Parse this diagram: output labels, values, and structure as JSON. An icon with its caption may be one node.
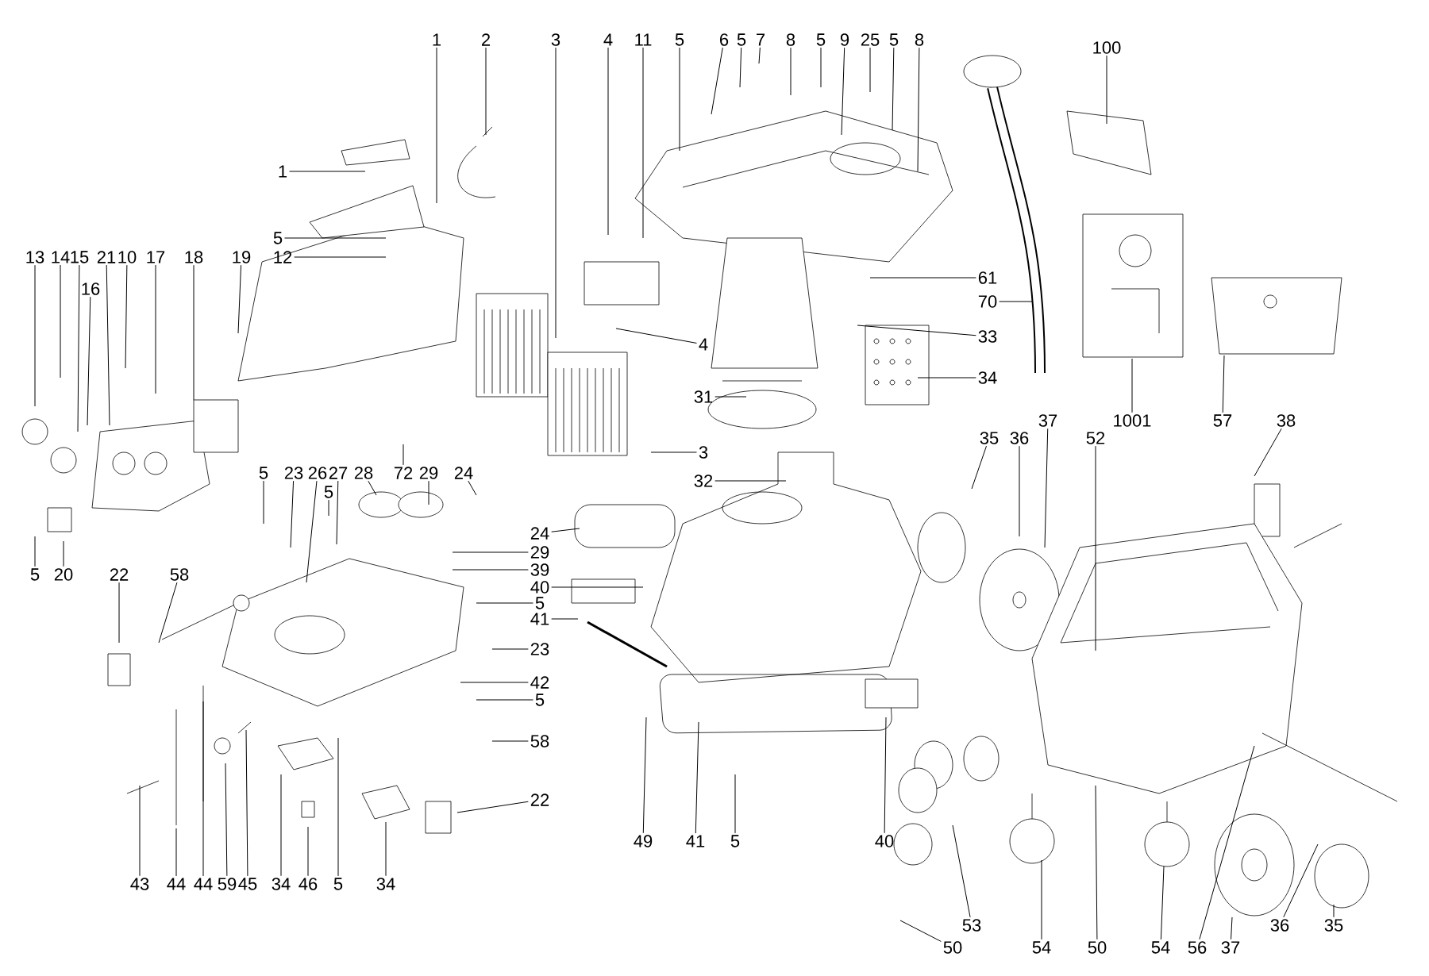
{
  "diagram": {
    "nodes": [
      {
        "text": [
          "1"
        ]
      },
      {
        "text": [
          "2"
        ]
      },
      {
        "text": [
          "3"
        ]
      },
      {
        "text": [
          "4"
        ]
      },
      {
        "text": [
          "11"
        ]
      },
      {
        "text": [
          "5"
        ]
      },
      {
        "text": [
          "6"
        ]
      },
      {
        "text": [
          "5"
        ]
      },
      {
        "text": [
          "7"
        ]
      },
      {
        "text": [
          "8"
        ]
      },
      {
        "text": [
          "5"
        ]
      },
      {
        "text": [
          "9"
        ]
      },
      {
        "text": [
          "25"
        ]
      },
      {
        "text": [
          "5"
        ]
      },
      {
        "text": [
          "8"
        ]
      },
      {
        "text": [
          "100"
        ]
      },
      {
        "text": [
          "1"
        ]
      },
      {
        "text": [
          "5"
        ]
      },
      {
        "text": [
          "12"
        ]
      },
      {
        "text": [
          "13"
        ]
      },
      {
        "text": [
          "14"
        ]
      },
      {
        "text": [
          "15"
        ]
      },
      {
        "text": [
          "21"
        ]
      },
      {
        "text": [
          "16"
        ]
      },
      {
        "text": [
          "10"
        ]
      },
      {
        "text": [
          "17"
        ]
      },
      {
        "text": [
          "18"
        ]
      },
      {
        "text": [
          "19"
        ]
      },
      {
        "text": [
          "61"
        ]
      },
      {
        "text": [
          "70"
        ]
      },
      {
        "text": [
          "33"
        ]
      },
      {
        "text": [
          "34"
        ]
      },
      {
        "text": [
          "1001"
        ]
      },
      {
        "text": [
          "57"
        ]
      },
      {
        "text": [
          "38"
        ]
      },
      {
        "text": [
          "31"
        ]
      },
      {
        "text": [
          "3"
        ]
      },
      {
        "text": [
          "32"
        ]
      },
      {
        "text": [
          "37"
        ]
      },
      {
        "text": [
          "35"
        ]
      },
      {
        "text": [
          "36"
        ]
      },
      {
        "text": [
          "52"
        ]
      },
      {
        "text": [
          "4"
        ]
      },
      {
        "text": [
          "5"
        ]
      },
      {
        "text": [
          "23"
        ]
      },
      {
        "text": [
          "26"
        ]
      },
      {
        "text": [
          "27"
        ]
      },
      {
        "text": [
          "5"
        ]
      },
      {
        "text": [
          "28"
        ]
      },
      {
        "text": [
          "72"
        ]
      },
      {
        "text": [
          "29"
        ]
      },
      {
        "text": [
          "24"
        ]
      },
      {
        "text": [
          "5"
        ]
      },
      {
        "text": [
          "20"
        ]
      },
      {
        "text": [
          "22"
        ]
      },
      {
        "text": [
          "58"
        ]
      },
      {
        "text": [
          "24"
        ]
      },
      {
        "text": [
          "29"
        ]
      },
      {
        "text": [
          "39"
        ]
      },
      {
        "text": [
          "40"
        ]
      },
      {
        "text": [
          "5"
        ]
      },
      {
        "text": [
          "41"
        ]
      },
      {
        "text": [
          "23"
        ]
      },
      {
        "text": [
          "42"
        ]
      },
      {
        "text": [
          "5"
        ]
      },
      {
        "text": [
          "58"
        ]
      },
      {
        "text": [
          "22"
        ]
      },
      {
        "text": [
          "43"
        ]
      },
      {
        "text": [
          "44"
        ]
      },
      {
        "text": [
          "44"
        ]
      },
      {
        "text": [
          "59"
        ]
      },
      {
        "text": [
          "45"
        ]
      },
      {
        "text": [
          "34"
        ]
      },
      {
        "text": [
          "46"
        ]
      },
      {
        "text": [
          "5"
        ]
      },
      {
        "text": [
          "34"
        ]
      },
      {
        "text": [
          "49"
        ]
      },
      {
        "text": [
          "41"
        ]
      },
      {
        "text": [
          "5"
        ]
      },
      {
        "text": [
          "40"
        ]
      },
      {
        "text": [
          "53"
        ]
      },
      {
        "text": [
          "50"
        ]
      },
      {
        "text": [
          "54"
        ]
      },
      {
        "text": [
          "50"
        ]
      },
      {
        "text": [
          "54"
        ]
      },
      {
        "text": [
          "56"
        ]
      },
      {
        "text": [
          "37"
        ]
      },
      {
        "text": [
          "36"
        ]
      },
      {
        "text": [
          "35"
        ]
      }
    ],
    "edges": [
      {
        "from": 0,
        "to": null,
        "arrow": "none"
      },
      {
        "from": 1,
        "to": null,
        "arrow": "none"
      },
      {
        "from": 2,
        "to": null,
        "arrow": "none"
      },
      {
        "from": 3,
        "to": null,
        "arrow": "none"
      },
      {
        "from": 4,
        "to": null,
        "arrow": "none"
      },
      {
        "from": 5,
        "to": null,
        "arrow": "none"
      },
      {
        "from": 6,
        "to": null,
        "arrow": "none"
      },
      {
        "from": 7,
        "to": null,
        "arrow": "none"
      },
      {
        "from": 8,
        "to": null,
        "arrow": "none"
      },
      {
        "from": 9,
        "to": null,
        "arrow": "none"
      },
      {
        "from": 10,
        "to": null,
        "arrow": "none"
      },
      {
        "from": 11,
        "to": null,
        "arrow": "none"
      },
      {
        "from": 12,
        "to": null,
        "arrow": "none"
      },
      {
        "from": 13,
        "to": null,
        "arrow": "none"
      },
      {
        "from": 14,
        "to": null,
        "arrow": "none"
      },
      {
        "from": 15,
        "to": null,
        "arrow": "none"
      },
      {
        "from": 16,
        "to": null,
        "arrow": "none"
      },
      {
        "from": 17,
        "to": null,
        "arrow": "none"
      },
      {
        "from": 18,
        "to": null,
        "arrow": "none"
      },
      {
        "from": 19,
        "to": null,
        "arrow": "none"
      },
      {
        "from": 20,
        "to": null,
        "arrow": "none"
      },
      {
        "from": 21,
        "to": null,
        "arrow": "none"
      },
      {
        "from": 22,
        "to": null,
        "arrow": "none"
      },
      {
        "from": 23,
        "to": null,
        "arrow": "none"
      },
      {
        "from": 24,
        "to": null,
        "arrow": "none"
      },
      {
        "from": 25,
        "to": null,
        "arrow": "none"
      },
      {
        "from": 26,
        "to": null,
        "arrow": "none"
      },
      {
        "from": 27,
        "to": null,
        "arrow": "none"
      },
      {
        "from": 28,
        "to": null,
        "arrow": "none"
      },
      {
        "from": 29,
        "to": null,
        "arrow": "none"
      },
      {
        "from": 30,
        "to": null,
        "arrow": "none"
      },
      {
        "from": 31,
        "to": null,
        "arrow": "none"
      },
      {
        "from": 32,
        "to": null,
        "arrow": "none"
      },
      {
        "from": 33,
        "to": null,
        "arrow": "none"
      },
      {
        "from": 34,
        "to": null,
        "arrow": "none"
      },
      {
        "from": 35,
        "to": null,
        "arrow": "none"
      },
      {
        "from": 36,
        "to": null,
        "arrow": "none"
      },
      {
        "from": 37,
        "to": null,
        "arrow": "none"
      },
      {
        "from": 38,
        "to": null,
        "arrow": "none"
      },
      {
        "from": 39,
        "to": null,
        "arrow": "none"
      },
      {
        "from": 40,
        "to": null,
        "arrow": "none"
      },
      {
        "from": 41,
        "to": null,
        "arrow": "none"
      },
      {
        "from": 42,
        "to": null,
        "arrow": "none"
      },
      {
        "from": 43,
        "to": null,
        "arrow": "none"
      },
      {
        "from": 44,
        "to": null,
        "arrow": "none"
      },
      {
        "from": 45,
        "to": null,
        "arrow": "none"
      },
      {
        "from": 46,
        "to": null,
        "arrow": "none"
      },
      {
        "from": 47,
        "to": null,
        "arrow": "none"
      },
      {
        "from": 48,
        "to": null,
        "arrow": "none"
      },
      {
        "from": 49,
        "to": null,
        "arrow": "none"
      },
      {
        "from": 50,
        "to": null,
        "arrow": "none"
      },
      {
        "from": 51,
        "to": null,
        "arrow": "none"
      },
      {
        "from": 52,
        "to": null,
        "arrow": "none"
      },
      {
        "from": 53,
        "to": null,
        "arrow": "none"
      },
      {
        "from": 54,
        "to": null,
        "arrow": "none"
      },
      {
        "from": 55,
        "to": null,
        "arrow": "none"
      },
      {
        "from": 56,
        "to": null,
        "arrow": "none"
      },
      {
        "from": 57,
        "to": null,
        "arrow": "none"
      },
      {
        "from": 58,
        "to": null,
        "arrow": "none"
      },
      {
        "from": 59,
        "to": null,
        "arrow": "none"
      },
      {
        "from": 60,
        "to": null,
        "arrow": "none"
      },
      {
        "from": 61,
        "to": null,
        "arrow": "none"
      },
      {
        "from": 62,
        "to": null,
        "arrow": "none"
      },
      {
        "from": 63,
        "to": null,
        "arrow": "none"
      },
      {
        "from": 64,
        "to": null,
        "arrow": "none"
      },
      {
        "from": 65,
        "to": null,
        "arrow": "none"
      },
      {
        "from": 66,
        "to": null,
        "arrow": "none"
      },
      {
        "from": 67,
        "to": null,
        "arrow": "none"
      },
      {
        "from": 68,
        "to": null,
        "arrow": "none"
      },
      {
        "from": 69,
        "to": null,
        "arrow": "none"
      },
      {
        "from": 70,
        "to": null,
        "arrow": "none"
      },
      {
        "from": 71,
        "to": null,
        "arrow": "none"
      },
      {
        "from": 72,
        "to": null,
        "arrow": "none"
      },
      {
        "from": 73,
        "to": null,
        "arrow": "none"
      },
      {
        "from": 74,
        "to": null,
        "arrow": "none"
      },
      {
        "from": 75,
        "to": null,
        "arrow": "none"
      },
      {
        "from": 76,
        "to": null,
        "arrow": "none"
      },
      {
        "from": 77,
        "to": null,
        "arrow": "none"
      },
      {
        "from": 78,
        "to": null,
        "arrow": "none"
      },
      {
        "from": 79,
        "to": null,
        "arrow": "none"
      },
      {
        "from": 80,
        "to": null,
        "arrow": "none"
      },
      {
        "from": 81,
        "to": null,
        "arrow": "none"
      },
      {
        "from": 82,
        "to": null,
        "arrow": "none"
      },
      {
        "from": 83,
        "to": null,
        "arrow": "none"
      },
      {
        "from": 84,
        "to": null,
        "arrow": "none"
      },
      {
        "from": 85,
        "to": null,
        "arrow": "none"
      },
      {
        "from": 86,
        "to": null,
        "arrow": "none"
      },
      {
        "from": 87,
        "to": null,
        "arrow": "none"
      },
      {
        "from": 88,
        "to": null,
        "arrow": "none"
      }
    ]
  }
}
